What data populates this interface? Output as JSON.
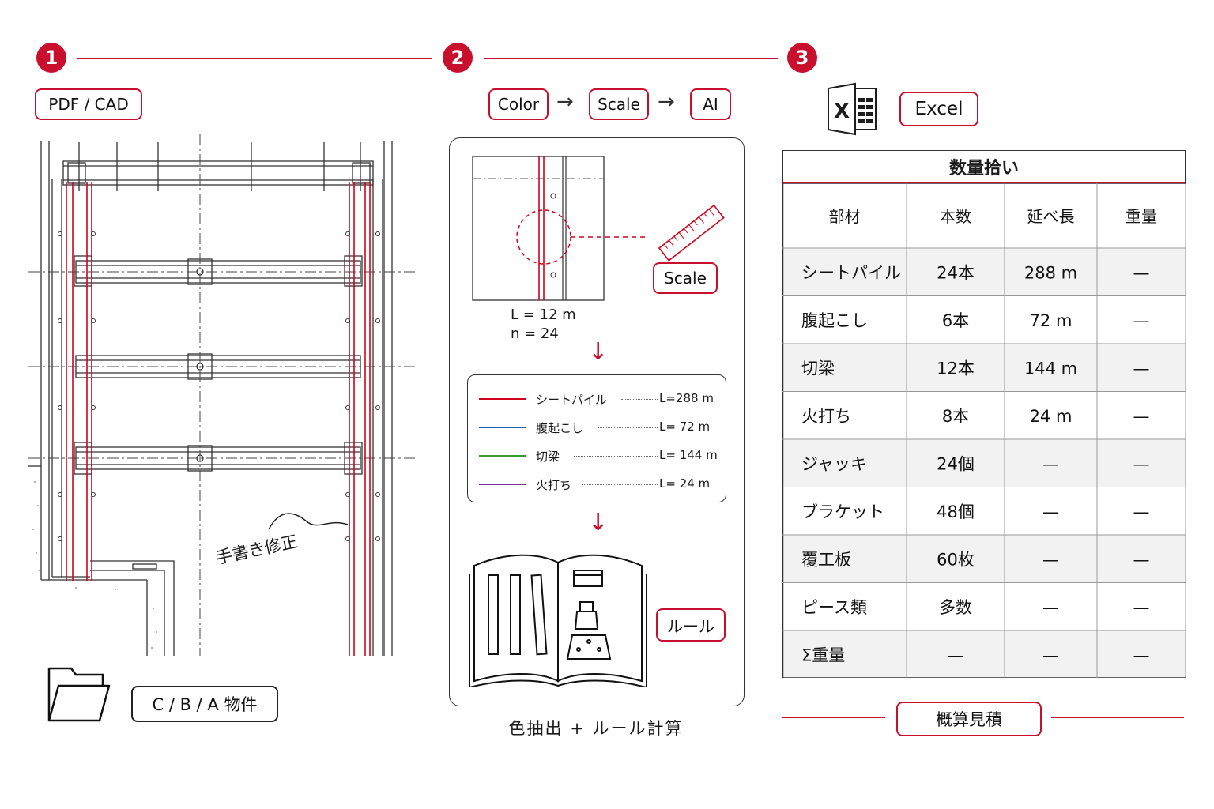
{
  "steps": [
    "1",
    "2",
    "3"
  ],
  "step1": {
    "source_label": "PDF / CAD",
    "annotation": "手書き修正",
    "folder_label": "C / B / A 物件"
  },
  "step2": {
    "flow": [
      "Color",
      "Scale",
      "AI"
    ],
    "sample": {
      "length": "L = 12 m",
      "count": "n = 24"
    },
    "scale_label": "Scale",
    "legend": [
      {
        "name": "シートパイル",
        "value": "L=288 m",
        "color": "#d0021b"
      },
      {
        "name": "腹起こし",
        "value": "L= 72 m",
        "color": "#1f5fb8"
      },
      {
        "name": "切梁",
        "value": "L= 144 m",
        "color": "#3c9a2c"
      },
      {
        "name": "火打ち",
        "value": "L= 24 m",
        "color": "#7b2d9b"
      }
    ],
    "rule_label": "ルール",
    "caption": "色抽出 + ルール計算"
  },
  "step3": {
    "app_label": "Excel",
    "table_title": "数量拾い",
    "headers": [
      "部材",
      "本数",
      "延べ長",
      "重量"
    ],
    "rows": [
      [
        "シートパイル",
        "24本",
        "288 m",
        "—"
      ],
      [
        "腹起こし",
        "6本",
        "72 m",
        "—"
      ],
      [
        "切梁",
        "12本",
        "144 m",
        "—"
      ],
      [
        "火打ち",
        "8本",
        "24 m",
        "—"
      ],
      [
        "ジャッキ",
        "24個",
        "—",
        "—"
      ],
      [
        "ブラケット",
        "48個",
        "—",
        "—"
      ],
      [
        "覆工板",
        "60枚",
        "—",
        "—"
      ],
      [
        "ピース類",
        "多数",
        "—",
        "—"
      ],
      [
        "Σ重量",
        "—",
        "—",
        "—"
      ]
    ],
    "estimate_label": "概算見積"
  },
  "colors": {
    "accent": "#c8102e",
    "excel": "#1d1d1d"
  }
}
